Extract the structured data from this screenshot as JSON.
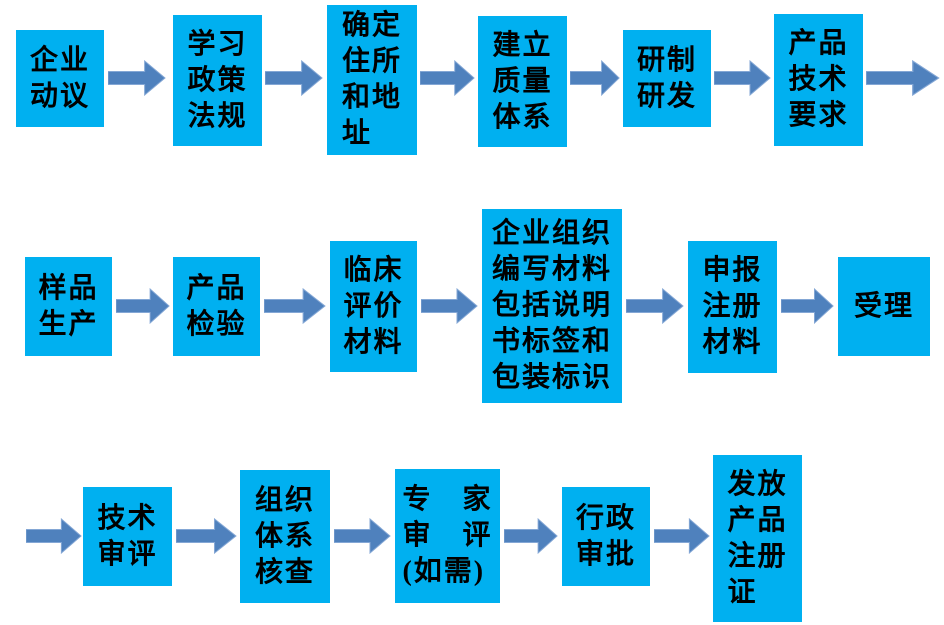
{
  "diagram": {
    "type": "flowchart",
    "colors": {
      "box_fill": "#00B0F0",
      "arrow_fill": "#4F81BD",
      "arrow_edge": "#84A7D5",
      "text": "#000000",
      "background": "#FFFFFF"
    },
    "arrow_icon": "right-block-arrow",
    "rows": [
      {
        "name": "row-1",
        "boxes": [
          {
            "label": "企业\n动议"
          },
          {
            "label": "学习\n政策\n法规"
          },
          {
            "label": "确定\n住所\n和地\n址"
          },
          {
            "label": "建立\n质量\n体系"
          },
          {
            "label": "研制\n研发"
          },
          {
            "label": "产品\n技术\n要求"
          }
        ]
      },
      {
        "name": "row-2",
        "boxes": [
          {
            "label": "样品\n生产"
          },
          {
            "label": "产品\n检验"
          },
          {
            "label": "临床\n评价\n材料"
          },
          {
            "label": "企业组织\n编写材料\n包括说明\n书标签和\n包装标识"
          },
          {
            "label": "申报\n注册\n材料"
          },
          {
            "label": "受理"
          }
        ]
      },
      {
        "name": "row-3",
        "boxes": [
          {
            "label": "技术\n审评"
          },
          {
            "label": "组织\n体系\n核查"
          },
          {
            "label": "专　家\n审　评\n(如需)"
          },
          {
            "label": "行政\n审批"
          },
          {
            "label": "发放\n产品\n注册\n证"
          }
        ]
      }
    ]
  }
}
